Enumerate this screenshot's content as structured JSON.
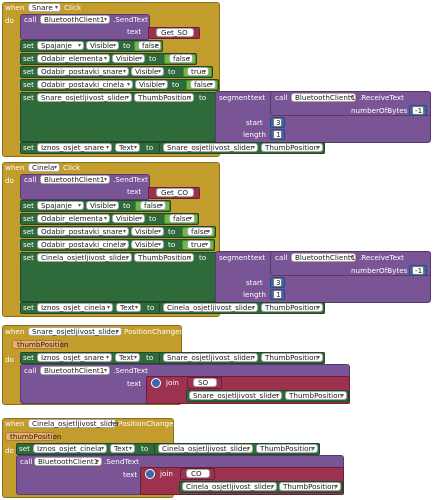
{
  "kw": {
    "when": "when",
    "do": "do",
    "call": "call",
    "set": "set",
    "to": "to",
    "text": "text",
    "segment": "segment",
    "start": "start",
    "length": "length",
    "number_of_bytes": "numberOfBytes",
    "join": "join",
    "click": "Click",
    "position_changed": "PositionChanged",
    "send_text": ".SendText",
    "receive_text": ".ReceiveText",
    "visible": "Visible",
    "text_prop": "Text",
    "thumb_position": "ThumbPosition"
  },
  "snare_click": {
    "component": "Snare",
    "client": "BluetoothClient1",
    "send": "Get_SO",
    "sets": [
      {
        "comp": "Spajanje",
        "value": "false"
      },
      {
        "comp": "Odabir_elementa",
        "value": "false"
      },
      {
        "comp": "Odabir_postavki_snare",
        "value": "true"
      },
      {
        "comp": "Odabir_postavki_cinela",
        "value": "false"
      }
    ],
    "slider": "Snare_osjetljivost_slider",
    "start": "3",
    "length": "1",
    "bytes": "-1",
    "label": "Iznos_osjet_snare"
  },
  "cinela_click": {
    "component": "Cinela",
    "client": "BluetoothClient1",
    "send": "Get_CO",
    "sets": [
      {
        "comp": "Spajanje",
        "value": "false"
      },
      {
        "comp": "Odabir_elementa",
        "value": "false"
      },
      {
        "comp": "Odabir_postavki_snare",
        "value": "false"
      },
      {
        "comp": "Odabir_postavki_cinela",
        "value": "true"
      }
    ],
    "slider": "Cinela_osjetljivost_slider",
    "start": "3",
    "length": "1",
    "bytes": "-1",
    "label": "Iznos_osjet_cinela"
  },
  "snare_slider": {
    "component": "Snare_osjetljivost_slider",
    "param": "thumbPosition",
    "label": "Iznos_osjet_snare",
    "client": "BluetoothClient1",
    "prefix": "SO"
  },
  "cinela_slider": {
    "component": "Cinela_osjetljivost_slider",
    "param": "thumbPosition",
    "label": "Iznos_osjet_cinela",
    "client": "BluetoothClient1",
    "prefix": "CO"
  }
}
